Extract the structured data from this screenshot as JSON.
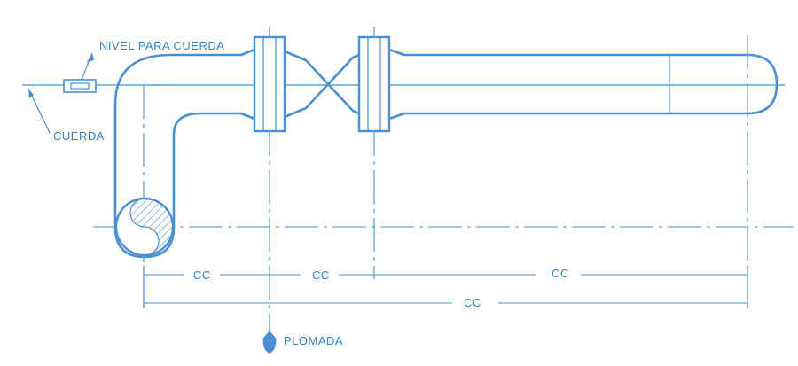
{
  "labels": {
    "string_level": "NIVEL PARA CUERDA",
    "string": "CUERDA",
    "plumb_bob": "PLOMADA"
  },
  "dimensions": {
    "cc1": "CC",
    "cc2": "CC",
    "cc3": "CC",
    "cc_total": "CC"
  },
  "colors": {
    "line": "#4a90d0",
    "text": "#3c82c4",
    "background": "#ffffff"
  }
}
